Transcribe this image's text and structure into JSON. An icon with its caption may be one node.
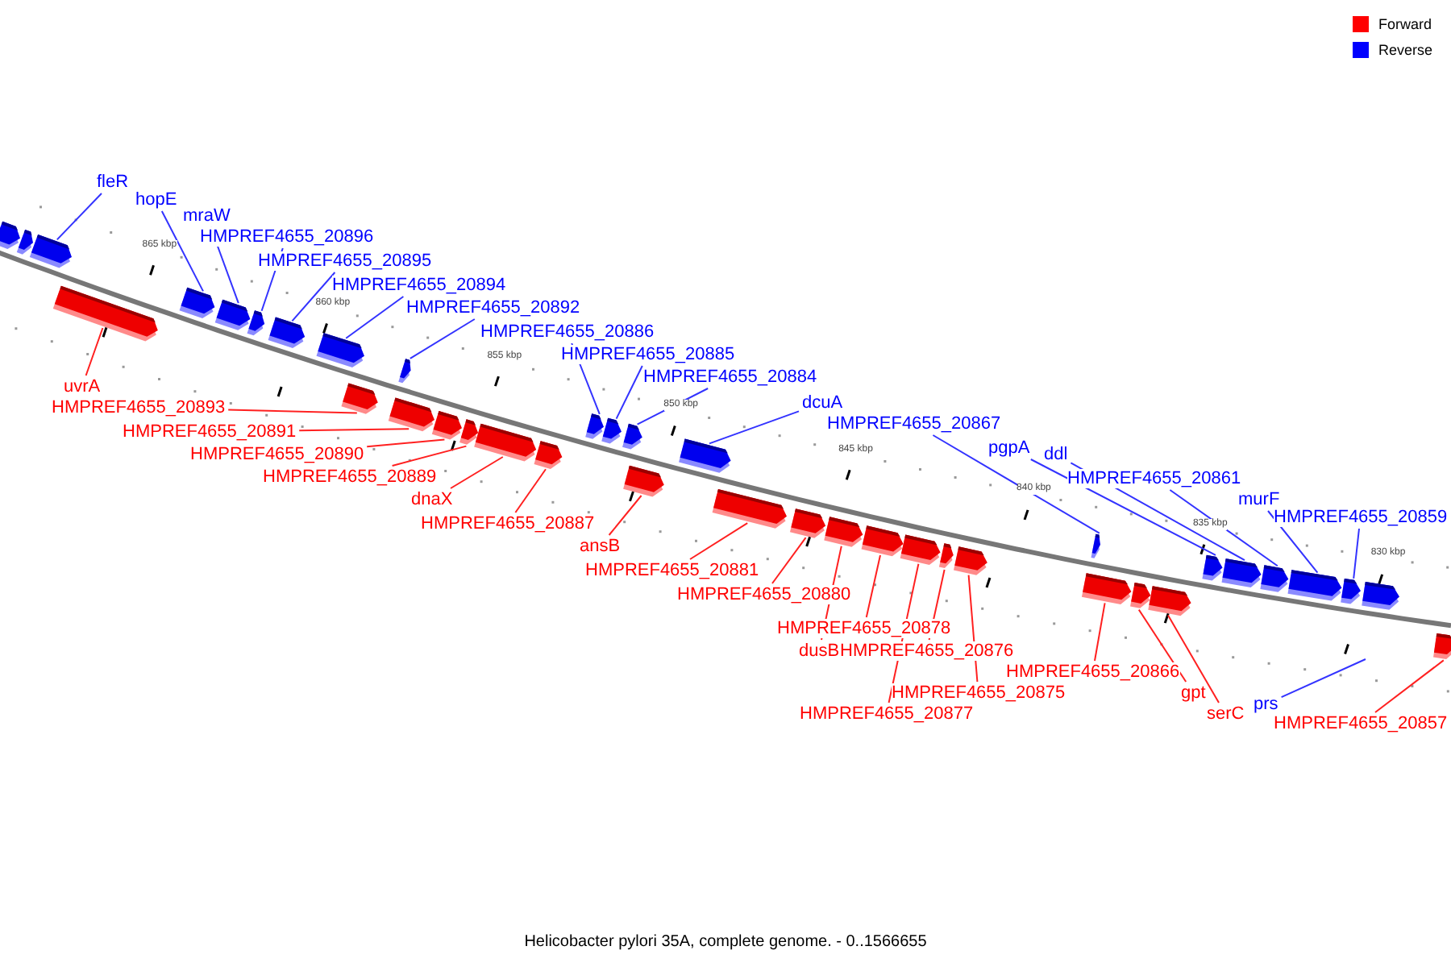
{
  "diagram": {
    "caption": "Helicobacter pylori 35A, complete genome. - 0..1566655",
    "nodes": [
      {
        "text": [
          "fleR"
        ]
      },
      {
        "text": [
          "hopE"
        ]
      },
      {
        "text": [
          "mraW"
        ]
      },
      {
        "text": [
          "HMPREF4655_20896"
        ]
      },
      {
        "text": [
          "HMPREF4655_20895"
        ]
      },
      {
        "text": [
          "HMPREF4655_20894"
        ]
      },
      {
        "text": [
          "HMPREF4655_20892"
        ]
      },
      {
        "text": [
          "HMPREF4655_20886"
        ]
      },
      {
        "text": [
          "HMPREF4655_20885"
        ]
      },
      {
        "text": [
          "HMPREF4655_20884"
        ]
      },
      {
        "text": [
          "dcuA"
        ]
      },
      {
        "text": [
          "HMPREF4655_20867"
        ]
      },
      {
        "text": [
          "pgpA"
        ]
      },
      {
        "text": [
          "ddl"
        ]
      },
      {
        "text": [
          "HMPREF4655_20861"
        ]
      },
      {
        "text": [
          "murF"
        ]
      },
      {
        "text": [
          "HMPREF4655_20859"
        ]
      },
      {
        "text": [
          "prs"
        ]
      },
      {
        "text": [
          "uvrA"
        ]
      },
      {
        "text": [
          "HMPREF4655_20893"
        ]
      },
      {
        "text": [
          "HMPREF4655_20891"
        ]
      },
      {
        "text": [
          "HMPREF4655_20890"
        ]
      },
      {
        "text": [
          "HMPREF4655_20889"
        ]
      },
      {
        "text": [
          "dnaX"
        ]
      },
      {
        "text": [
          "HMPREF4655_20887"
        ]
      },
      {
        "text": [
          "ansB"
        ]
      },
      {
        "text": [
          "HMPREF4655_20881"
        ]
      },
      {
        "text": [
          "HMPREF4655_20880"
        ]
      },
      {
        "text": [
          "HMPREF4655_20878"
        ]
      },
      {
        "text": [
          "dusB"
        ]
      },
      {
        "text": [
          "HMPREF4655_20876"
        ]
      },
      {
        "text": [
          "HMPREF4655_20875"
        ]
      },
      {
        "text": [
          "HMPREF4655_20877"
        ]
      },
      {
        "text": [
          "HMPREF4655_20866"
        ]
      },
      {
        "text": [
          "gpt"
        ]
      },
      {
        "text": [
          "serC"
        ]
      },
      {
        "text": [
          "HMPREF4655_20857"
        ]
      },
      {
        "text": [],
        "shape": "bar"
      },
      {
        "text": [],
        "shape": "bar"
      },
      {
        "text": [],
        "shape": "bar"
      },
      {
        "text": [],
        "shape": "bar"
      },
      {
        "text": [],
        "shape": "bar"
      },
      {
        "text": [],
        "shape": "bar"
      },
      {
        "text": [],
        "shape": "bar"
      },
      {
        "text": [],
        "shape": "bar"
      },
      {
        "text": [],
        "shape": "bar"
      },
      {
        "text": [],
        "shape": "bar"
      },
      {
        "text": [],
        "shape": "bar"
      },
      {
        "text": [],
        "shape": "bar"
      },
      {
        "text": [],
        "shape": "bar"
      },
      {
        "text": [],
        "shape": "bar"
      },
      {
        "text": [],
        "shape": "bar"
      },
      {
        "text": [],
        "shape": "bar"
      },
      {
        "text": [],
        "shape": "bar"
      },
      {
        "text": [],
        "shape": "bar"
      },
      {
        "text": [],
        "shape": "bar"
      },
      {
        "text": [],
        "shape": "bar"
      },
      {
        "text": [],
        "shape": "bar"
      },
      {
        "text": [],
        "shape": "bar"
      },
      {
        "text": [],
        "shape": "bar"
      },
      {
        "text": [],
        "shape": "bar"
      },
      {
        "text": [],
        "shape": "bar"
      },
      {
        "text": [],
        "shape": "bar"
      },
      {
        "text": [],
        "shape": "bar"
      },
      {
        "text": [],
        "shape": "bar"
      },
      {
        "text": [],
        "shape": "bar"
      },
      {
        "text": [],
        "shape": "bar"
      },
      {
        "text": [],
        "shape": "bar"
      },
      {
        "text": [],
        "shape": "bar"
      },
      {
        "text": [],
        "shape": "bar"
      },
      {
        "text": [],
        "shape": "bar"
      },
      {
        "text": [],
        "shape": "bar"
      },
      {
        "text": [],
        "shape": "bar"
      },
      {
        "text": [],
        "shape": "bar"
      },
      {
        "text": [],
        "shape": "bar"
      },
      {
        "text": [],
        "shape": "bar"
      }
    ],
    "edges": [
      {
        "from": 0,
        "to": 39,
        "arrow": "none",
        "color": "#3333ff"
      },
      {
        "from": 1,
        "to": 41,
        "arrow": "none",
        "color": "#3333ff"
      },
      {
        "from": 2,
        "to": 42,
        "arrow": "none",
        "color": "#3333ff"
      },
      {
        "from": 3,
        "to": 43,
        "arrow": "none",
        "color": "#3333ff"
      },
      {
        "from": 4,
        "to": 44,
        "arrow": "none",
        "color": "#3333ff"
      },
      {
        "from": 5,
        "to": 45,
        "arrow": "none",
        "color": "#3333ff"
      },
      {
        "from": 6,
        "to": 47,
        "arrow": "none",
        "color": "#3333ff"
      },
      {
        "from": 7,
        "to": 53,
        "arrow": "none",
        "color": "#3333ff"
      },
      {
        "from": 8,
        "to": 54,
        "arrow": "none",
        "color": "#3333ff"
      },
      {
        "from": 9,
        "to": 55,
        "arrow": "none",
        "color": "#3333ff"
      },
      {
        "from": 10,
        "to": 57,
        "arrow": "none",
        "color": "#3333ff"
      },
      {
        "from": 11,
        "to": 65,
        "arrow": "none",
        "color": "#3333ff"
      },
      {
        "from": 12,
        "to": 69,
        "arrow": "none",
        "color": "#3333ff"
      },
      {
        "from": 13,
        "to": 70,
        "arrow": "none",
        "color": "#3333ff"
      },
      {
        "from": 14,
        "to": 71,
        "arrow": "none",
        "color": "#3333ff"
      },
      {
        "from": 15,
        "to": 72,
        "arrow": "none",
        "color": "#3333ff"
      },
      {
        "from": 16,
        "to": 73,
        "arrow": "none",
        "color": "#3333ff"
      },
      {
        "from": 17,
        "to": null,
        "arrow": "none",
        "color": "#3333ff"
      },
      {
        "from": 18,
        "to": 40,
        "arrow": "none"
      },
      {
        "from": 19,
        "to": 46,
        "arrow": "none"
      },
      {
        "from": 20,
        "to": 48,
        "arrow": "none"
      },
      {
        "from": 21,
        "to": 49,
        "arrow": "none"
      },
      {
        "from": 22,
        "to": 50,
        "arrow": "none"
      },
      {
        "from": 23,
        "to": 51,
        "arrow": "none"
      },
      {
        "from": 24,
        "to": 52,
        "arrow": "none"
      },
      {
        "from": 25,
        "to": 56,
        "arrow": "none"
      },
      {
        "from": 26,
        "to": 58,
        "arrow": "none"
      },
      {
        "from": 27,
        "to": 59,
        "arrow": "none"
      },
      {
        "from": 28,
        "to": 61,
        "arrow": "none"
      },
      {
        "from": 29,
        "to": 60,
        "arrow": "none"
      },
      {
        "from": 30,
        "to": 63,
        "arrow": "none"
      },
      {
        "from": 31,
        "to": 64,
        "arrow": "none"
      },
      {
        "from": 32,
        "to": 62,
        "arrow": "none"
      },
      {
        "from": 33,
        "to": 66,
        "arrow": "none"
      },
      {
        "from": 34,
        "to": 67,
        "arrow": "none"
      },
      {
        "from": 35,
        "to": 68,
        "arrow": "none"
      },
      {
        "from": 36,
        "to": 75,
        "arrow": "none"
      }
    ],
    "labels": [
      "865 kbp",
      "860 kbp",
      "855 kbp",
      "850 kbp",
      "845 kbp",
      "840 kbp",
      "835 kbp",
      "830 kbp"
    ],
    "legend": [
      {
        "text": "Forward",
        "color": "#ff0000"
      },
      {
        "text": "Reverse",
        "color": "#0000ff"
      }
    ]
  }
}
